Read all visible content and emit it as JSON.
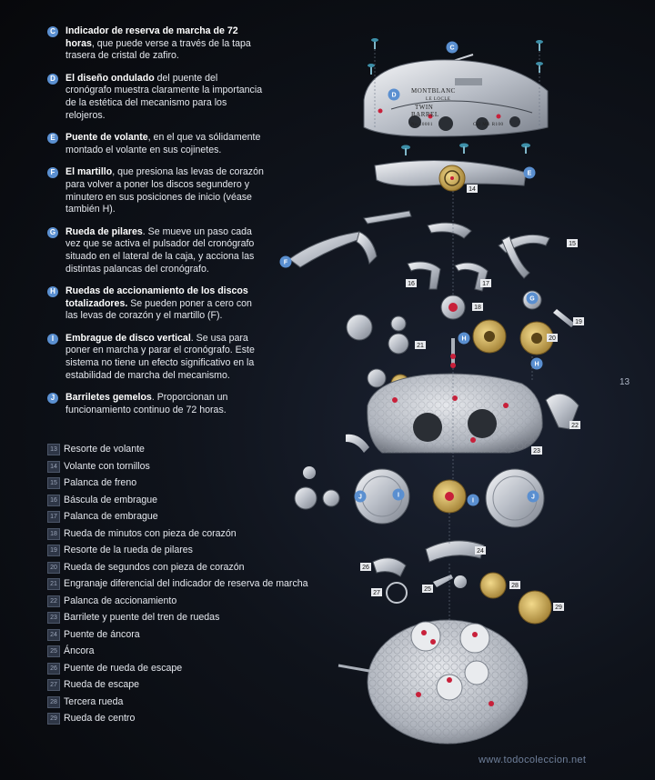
{
  "legend": [
    {
      "letter": "C",
      "term": "Indicador de reserva de marcha de 72 horas",
      "text": ", que puede verse a través de la tapa trasera de cristal de zafiro."
    },
    {
      "letter": "D",
      "term": "El diseño ondulado",
      "text": " del puente del cronógrafo muestra claramente la importancia de la estética del mecanismo para los relojeros."
    },
    {
      "letter": "E",
      "term": "Puente de volante",
      "text": ", en el que va sólidamente montado el volante en sus cojinetes."
    },
    {
      "letter": "F",
      "term": "El martillo",
      "text": ", que presiona las levas de corazón para volver a poner los discos segundero y minutero en sus posiciones de inicio (véase también H)."
    },
    {
      "letter": "G",
      "term": "Rueda de pilares",
      "text": ". Se mueve un paso cada vez que se activa el pulsador del cronógrafo situado en el lateral de la caja, y acciona las distintas palancas del cronógrafo."
    },
    {
      "letter": "H",
      "term": "Ruedas de accionamiento de los discos totalizadores.",
      "text": " Se pueden poner a cero con las levas de corazón y el martillo (F)."
    },
    {
      "letter": "I",
      "term": "Embrague de disco vertical",
      "text": ". Se usa para poner en marcha y parar el cronógrafo. Este sistema no tiene un efecto significativo en la estabilidad de marcha del mecanismo."
    },
    {
      "letter": "J",
      "term": "Barriletes gemelos",
      "text": ". Proporcionan un funcionamiento continuo de 72 horas."
    }
  ],
  "parts": [
    {
      "num": "13",
      "label": "Resorte de volante"
    },
    {
      "num": "14",
      "label": "Volante con tornillos"
    },
    {
      "num": "15",
      "label": "Palanca de freno"
    },
    {
      "num": "16",
      "label": "Báscula de embrague"
    },
    {
      "num": "17",
      "label": "Palanca de embrague"
    },
    {
      "num": "18",
      "label": "Rueda de minutos con pieza de corazón"
    },
    {
      "num": "19",
      "label": "Resorte de la rueda de pilares"
    },
    {
      "num": "20",
      "label": "Rueda de segundos con pieza de corazón"
    },
    {
      "num": "21",
      "label": "Engranaje diferencial del indicador de reserva de marcha"
    },
    {
      "num": "22",
      "label": "Palanca de accionamiento"
    },
    {
      "num": "23",
      "label": "Barrilete y puente del tren de ruedas"
    },
    {
      "num": "24",
      "label": "Puente de áncora"
    },
    {
      "num": "25",
      "label": "Áncora"
    },
    {
      "num": "26",
      "label": "Puente de rueda de escape"
    },
    {
      "num": "27",
      "label": "Rueda de escape"
    },
    {
      "num": "28",
      "label": "Tercera rueda"
    },
    {
      "num": "29",
      "label": "Rueda de centro"
    }
  ],
  "diagram": {
    "engravings": [
      "MONTBLANC",
      "LE LOCLE",
      "TWIN",
      "BARREL",
      "No 10001",
      "Cal MB R100"
    ],
    "callouts": [
      "C",
      "D",
      "E",
      "F",
      "G",
      "H",
      "H",
      "I",
      "I",
      "J",
      "J"
    ],
    "numbers": [
      "14",
      "15",
      "16",
      "17",
      "18",
      "19",
      "20",
      "21",
      "22",
      "23",
      "24",
      "25",
      "26",
      "27",
      "28",
      "29"
    ]
  },
  "page_number": "13",
  "watermark": "www.todocoleccion.net",
  "colors": {
    "callout": "#5a8fd0",
    "background": "#0b0d12",
    "ruby": "#c8203a",
    "gold": "#c9a24a"
  }
}
